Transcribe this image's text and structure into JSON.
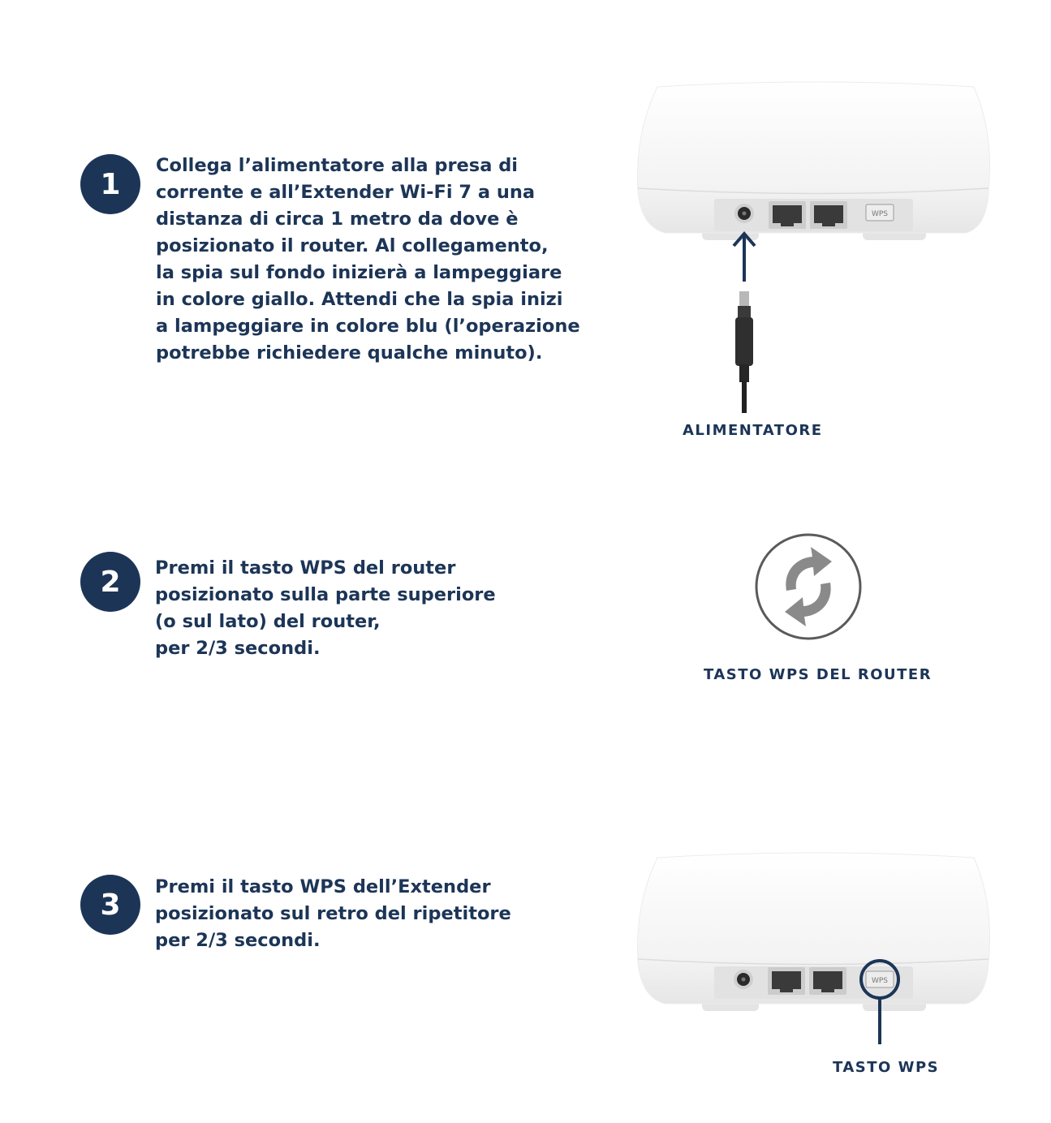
{
  "steps": [
    {
      "number": "1",
      "text": "Collega l’alimentatore alla presa di\ncorrente e all’Extender Wi-Fi 7 a una\ndistanza di circa 1 metro da dove è\nposizionato il router. Al collegamento,\nla spia sul fondo inizierà a lampeggiare\nin colore giallo. Attendi che la spia inizi\na lampeggiare in colore blu (l’operazione\npotrebbe richiedere qualche minuto).",
      "caption": "ALIMENTATORE"
    },
    {
      "number": "2",
      "text": "Premi il tasto WPS del router\nposizionato sulla parte superiore\n(o sul lato) del router,\nper 2/3 secondi.",
      "caption": "TASTO WPS DEL ROUTER"
    },
    {
      "number": "3",
      "text": "Premi il tasto WPS dell’Extender\nposizionato sul retro del ripetitore\nper 2/3 secondi.",
      "caption": "TASTO WPS"
    }
  ],
  "device": {
    "wps_label": "WPS"
  },
  "colors": {
    "accent": "#1c3557",
    "device_body": "#f4f4f4",
    "wps_icon": "#8a8a8a"
  },
  "icons": [
    "power-plug-icon",
    "arrow-up-icon",
    "wps-icon",
    "highlight-circle-icon"
  ]
}
